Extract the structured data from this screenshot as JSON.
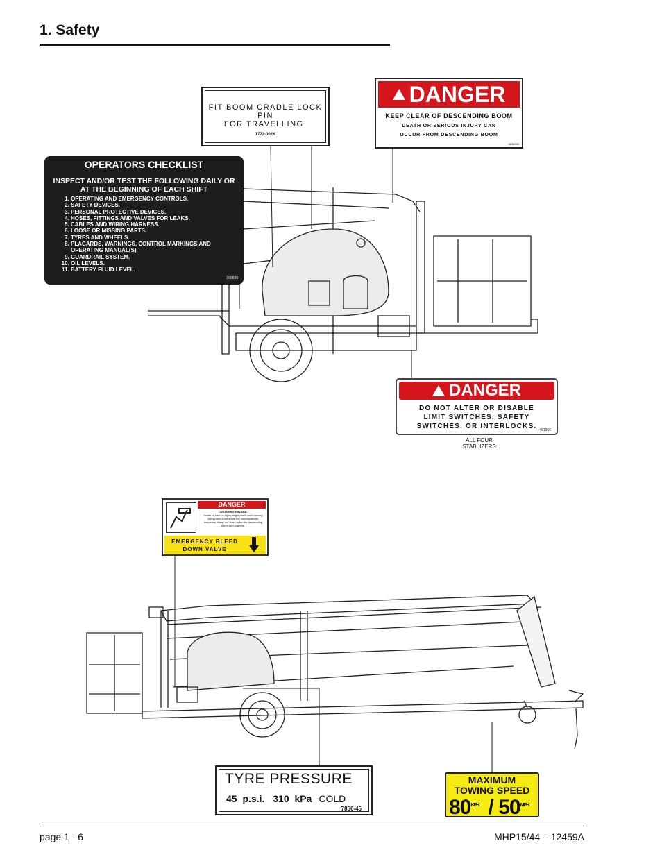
{
  "header": {
    "title": "1. Safety"
  },
  "fit_boom_decal": {
    "line1": "FIT  BOOM  CRADLE  LOCK  PIN",
    "line2": "FOR  TRAVELLING.",
    "code": "1772-002K"
  },
  "danger_boom_decal": {
    "heading": "DANGER",
    "line1": "KEEP CLEAR OF DESCENDING BOOM",
    "line2": "DEATH  OR  SERIOUS  INJURY  CAN",
    "line3": "OCCUR  FROM  DESCENDING  BOOM",
    "code": "5156930"
  },
  "checklist_decal": {
    "heading": "OPERATORS CHECKLIST",
    "subheading": "INSPECT AND/OR TEST THE FOLLOWING DAILY OR AT THE BEGINNING OF EACH SHIFT",
    "items": [
      "OPERATING AND EMERGENCY CONTROLS.",
      "SAFETY DEVICES.",
      "PERSONAL PROTECTIVE DEVICES.",
      "HOSES, FITTINGS AND VALVES FOR LEAKS.",
      "CABLES AND WIRING HARNESS.",
      "LOOSE OR MISSING PARTS.",
      "TYRES AND WHEELS.",
      "PLACARDS, WARNINGS, CONTROL MARKINGS AND OPERATING MANUAL(S).",
      "GUARDRAIL SYSTEM.",
      "OIL LEVELS.",
      "BATTERY FLUID LEVEL."
    ],
    "code": "300699"
  },
  "danger_limit_decal": {
    "heading": "DANGER",
    "line1": "DO  NOT  ALTER  OR  DISABLE",
    "line2": "LIMIT  SWITCHES,  SAFETY",
    "line3": "SWITCHES,  OR  INTERLOCKS.",
    "code": "451966",
    "note_line1": "ALL FOUR",
    "note_line2": "STABLIZERS"
  },
  "bleed_decal": {
    "heading": "DANGER",
    "small_title": "CRUSHING HAZARD",
    "small_text": "Death or serious injury might result from moving body parts crushed as the boom/platform descends. Keep out from under the descending boom and platform.",
    "line1": "EMERGENCY  BLEED",
    "line2": "DOWN  VALVE"
  },
  "tyre_decal": {
    "line1": "TYRE  PRESSURE",
    "psi_value": "45",
    "psi_unit": "p.s.i.",
    "kpa_value": "310",
    "kpa_unit": "kPa",
    "cold": "COLD",
    "code": "7856-45"
  },
  "tow_decal": {
    "line1": "MAXIMUM",
    "line2": "TOWING SPEED",
    "kph": "80",
    "kph_unit": "KPH",
    "mph": "50",
    "mph_unit": "MPH"
  },
  "footer": {
    "left": "page  1 - 6",
    "right": "MHP15/44 – 12459A"
  },
  "colors": {
    "danger_red": "#d4161c",
    "warning_yellow": "#f5ea12"
  }
}
